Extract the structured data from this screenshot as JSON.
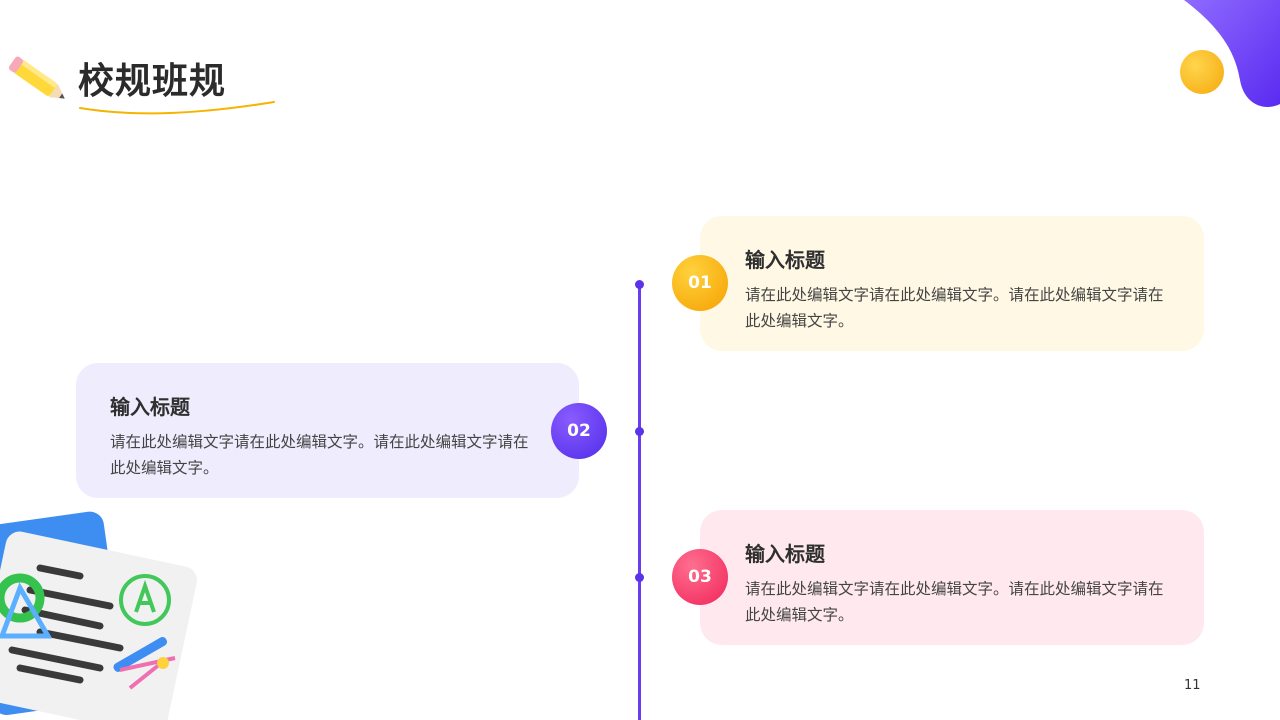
{
  "header": {
    "title": "校规班规"
  },
  "timeline": {
    "items": [
      {
        "number": "01",
        "title": "输入标题",
        "body": "请在此处编辑文字请在此处编辑文字。请在此处编辑文字请在此处编辑文字。"
      },
      {
        "number": "02",
        "title": "输入标题",
        "body": "请在此处编辑文字请在此处编辑文字。请在此处编辑文字请在此处编辑文字。"
      },
      {
        "number": "03",
        "title": "输入标题",
        "body": "请在此处编辑文字请在此处编辑文字。请在此处编辑文字请在此处编辑文字。"
      }
    ]
  },
  "footer": {
    "page_number": "11"
  },
  "colors": {
    "accent_purple": "#5b34ea",
    "accent_yellow": "#f5a800",
    "accent_pink": "#f0245a",
    "card_yellow": "#fff8e5",
    "card_purple": "#efecfd",
    "card_pink": "#ffe9ee"
  },
  "icons": [
    "pencil-icon",
    "sun-circle-decoration",
    "blob-decoration",
    "school-supplies-illustration"
  ]
}
